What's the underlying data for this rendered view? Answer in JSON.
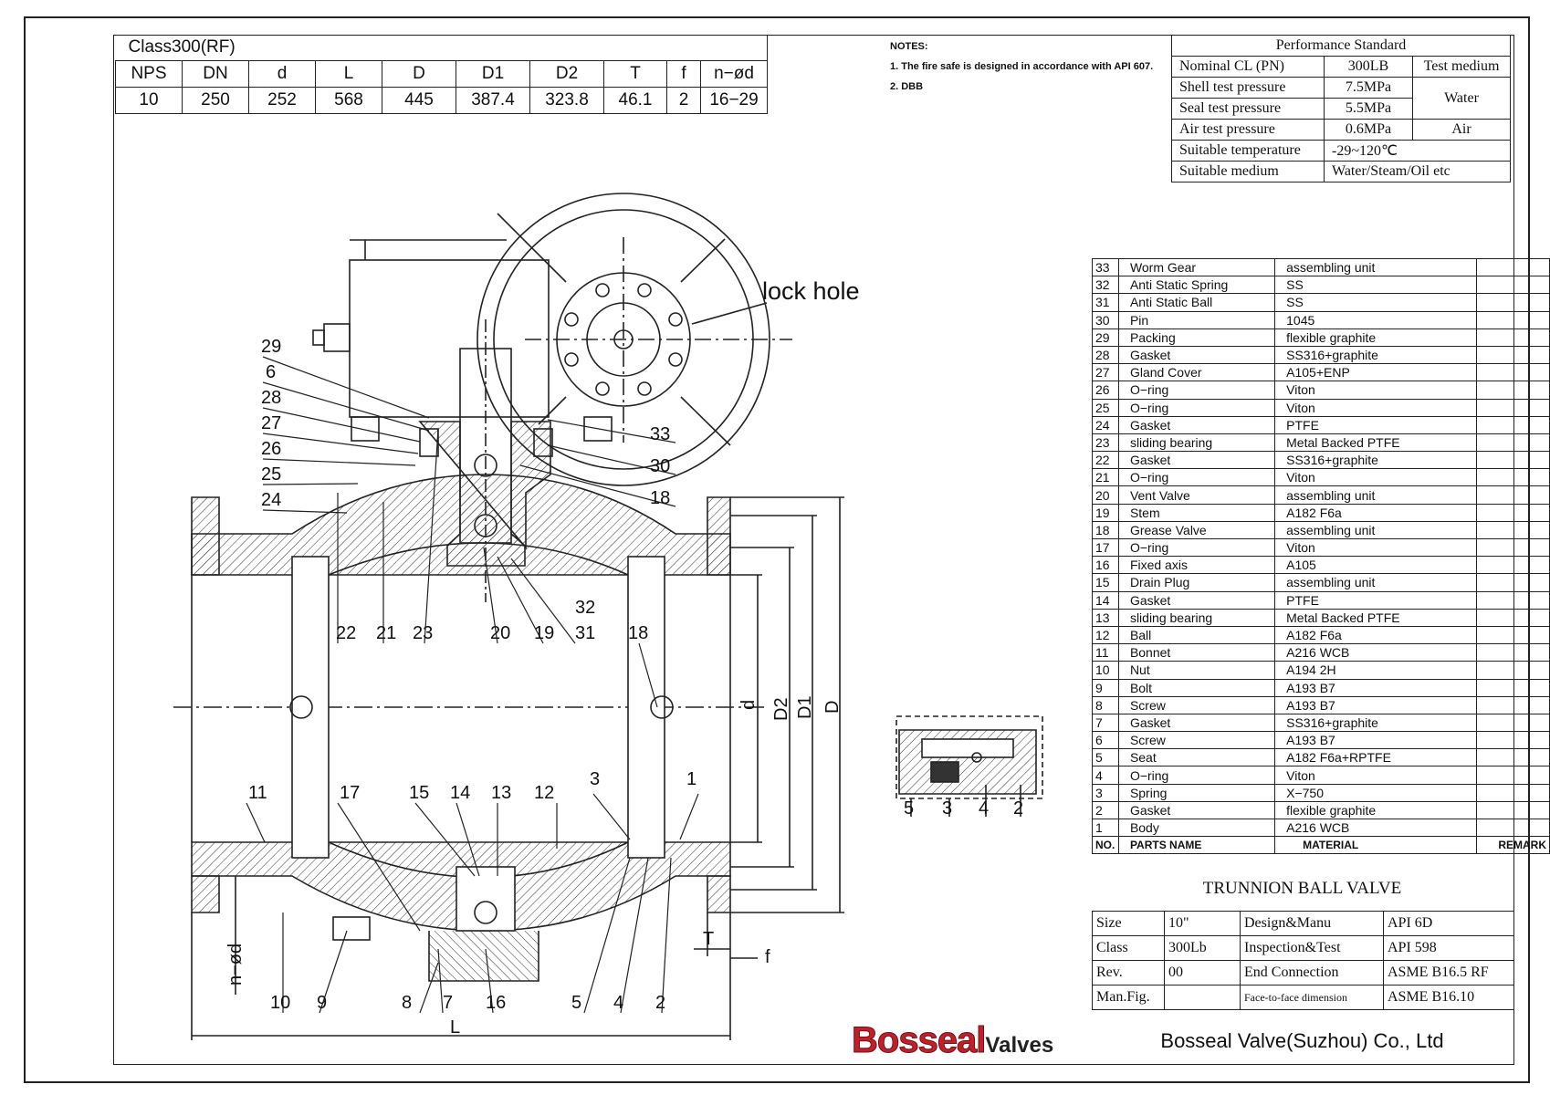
{
  "class_table": {
    "title": "Class300(RF)",
    "headers": [
      "NPS",
      "DN",
      "d",
      "L",
      "D",
      "D1",
      "D2",
      "T",
      "f",
      "n−ød"
    ],
    "values": [
      "10",
      "250",
      "252",
      "568",
      "445",
      "387.4",
      "323.8",
      "46.1",
      "2",
      "16−29"
    ]
  },
  "notes": {
    "title": "NOTES:",
    "lines": [
      "1. The fire safe is designed in accordance with API 607.",
      "2. DBB"
    ]
  },
  "performance": {
    "title": "Performance Standard",
    "nominal_label": "Nominal CL (PN)",
    "nominal_value": "300LB",
    "test_medium_label": "Test medium",
    "shell_label": "Shell test pressure",
    "shell_value": "7.5MPa",
    "seal_label": "Seal test pressure",
    "seal_value": "5.5MPa",
    "water": "Water",
    "air_label": "Air test pressure",
    "air_value": "0.6MPa",
    "air": "Air",
    "temp_label": "Suitable temperature",
    "temp_value": "-29~120℃",
    "medium_label": "Suitable medium",
    "medium_value": "Water/Steam/Oil etc"
  },
  "parts": [
    {
      "no": "33",
      "name": "Worm Gear",
      "material": "assembling unit"
    },
    {
      "no": "32",
      "name": "Anti Static Spring",
      "material": "SS"
    },
    {
      "no": "31",
      "name": "Anti Static Ball",
      "material": "SS"
    },
    {
      "no": "30",
      "name": "Pin",
      "material": "1045"
    },
    {
      "no": "29",
      "name": "Packing",
      "material": "flexible graphite"
    },
    {
      "no": "28",
      "name": "Gasket",
      "material": "SS316+graphite"
    },
    {
      "no": "27",
      "name": "Gland Cover",
      "material": "A105+ENP"
    },
    {
      "no": "26",
      "name": "O−ring",
      "material": "Viton"
    },
    {
      "no": "25",
      "name": "O−ring",
      "material": "Viton"
    },
    {
      "no": "24",
      "name": "Gasket",
      "material": "PTFE"
    },
    {
      "no": "23",
      "name": "sliding bearing",
      "material": "Metal Backed PTFE"
    },
    {
      "no": "22",
      "name": "Gasket",
      "material": "SS316+graphite"
    },
    {
      "no": "21",
      "name": "O−ring",
      "material": "Viton"
    },
    {
      "no": "20",
      "name": "Vent Valve",
      "material": "assembling unit"
    },
    {
      "no": "19",
      "name": "Stem",
      "material": "A182 F6a"
    },
    {
      "no": "18",
      "name": "Grease Valve",
      "material": "assembling unit"
    },
    {
      "no": "17",
      "name": "O−ring",
      "material": "Viton"
    },
    {
      "no": "16",
      "name": "Fixed axis",
      "material": "A105"
    },
    {
      "no": "15",
      "name": "Drain Plug",
      "material": "assembling unit"
    },
    {
      "no": "14",
      "name": "Gasket",
      "material": "PTFE"
    },
    {
      "no": "13",
      "name": "sliding bearing",
      "material": "Metal Backed PTFE"
    },
    {
      "no": "12",
      "name": "Ball",
      "material": "A182 F6a"
    },
    {
      "no": "11",
      "name": "Bonnet",
      "material": "A216 WCB"
    },
    {
      "no": "10",
      "name": "Nut",
      "material": "A194 2H"
    },
    {
      "no": "9",
      "name": "Bolt",
      "material": "A193 B7"
    },
    {
      "no": "8",
      "name": "Screw",
      "material": "A193 B7"
    },
    {
      "no": "7",
      "name": "Gasket",
      "material": "SS316+graphite"
    },
    {
      "no": "6",
      "name": "Screw",
      "material": "A193 B7"
    },
    {
      "no": "5",
      "name": "Seat",
      "material": "A182 F6a+RPTFE"
    },
    {
      "no": "4",
      "name": "O−ring",
      "material": "Viton"
    },
    {
      "no": "3",
      "name": "Spring",
      "material": "X−750"
    },
    {
      "no": "2",
      "name": "Gasket",
      "material": "flexible graphite"
    },
    {
      "no": "1",
      "name": "Body",
      "material": "A216 WCB"
    }
  ],
  "parts_header": {
    "no": "NO.",
    "name": "PARTS NAME",
    "material": "MATERIAL",
    "remark": "REMARK"
  },
  "title_block": {
    "title": "TRUNNION BALL VALVE",
    "size_label": "Size",
    "size_value": "10\"",
    "design_label": "Design&Manu",
    "design_value": "API 6D",
    "class_label": "Class",
    "class_value": "300Lb",
    "inspection_label": "Inspection&Test",
    "inspection_value": "API 598",
    "rev_label": "Rev.",
    "rev_value": "00",
    "end_label": "End Connection",
    "end_value": "ASME B16.5 RF",
    "manfig_label": "Man.Fig.",
    "f2f_label": "Face-to-face dimension",
    "f2f_value": "ASME B16.10",
    "company": "Bosseal Valve(Suzhou) Co., Ltd"
  },
  "logo": {
    "brand": "Bosseal",
    "suffix": "Valves"
  },
  "drawing": {
    "lock_hole": "lock hole",
    "dims": {
      "d": "d",
      "D2": "D2",
      "D1": "D1",
      "D": "D",
      "T": "T",
      "f": "f",
      "L": "L",
      "n_od": "n−ød"
    },
    "callouts_left": [
      "29",
      "6",
      "28",
      "27",
      "26",
      "25",
      "24"
    ],
    "callouts_right": [
      "33",
      "30",
      "18"
    ],
    "callouts_mid": [
      "22",
      "21",
      "23",
      "20",
      "19",
      "32",
      "31",
      "18"
    ],
    "callouts_bottom": [
      "11",
      "17",
      "15",
      "14",
      "13",
      "12",
      "3",
      "1"
    ],
    "callouts_base": [
      "10",
      "9",
      "8",
      "7",
      "16",
      "5",
      "4",
      "2"
    ],
    "detail_labels": [
      "5",
      "3",
      "4",
      "2"
    ]
  }
}
